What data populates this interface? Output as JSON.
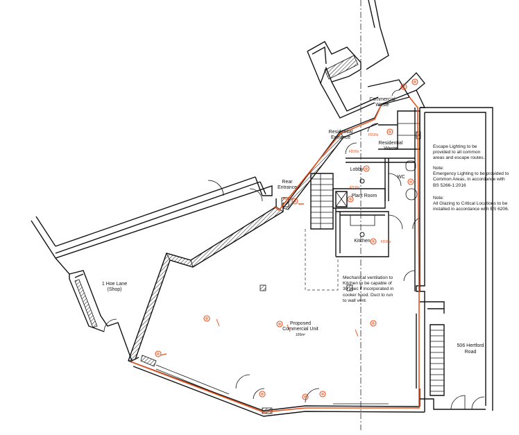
{
  "labels": {
    "commercial_waste": [
      "Commercial",
      "Waste"
    ],
    "residential_entrance": [
      "Residential",
      "Entrance"
    ],
    "residential_waste": [
      "Residential",
      "Waste"
    ],
    "lobby": "Lobby",
    "wc": "WC",
    "rear_entrance": [
      "Rear",
      "Entrance"
    ],
    "plant_room": "Plant Room",
    "kitchen": "Kitchen",
    "hoe_lane": [
      "1 Hoe Lane",
      "(Shop)"
    ],
    "proposed_unit": [
      "Proposed",
      "Commercial Unit"
    ],
    "unit_area": "100m²",
    "hertford_road": [
      "506 Hertford",
      "Road"
    ]
  },
  "door_tags": {
    "fd30s_res": "FD30s",
    "fd30s_lobby": "FD30s",
    "fd30s_plant": "FD30s",
    "fd30s_kitchen": "FD30s",
    "fd30s_rear": "FD30s"
  },
  "notes": {
    "mech_vent": "Mechanical ventilation to\nKitchen to be capable of\n30 l/sec if incorporated in\ncooker hood. Duct to run\nto wall vent.",
    "escape": "Escape Lighting to be\nprovided to all common\nareas and escape routes.",
    "emergency": "Note:\nEmergency Lighting to be provided to\nCommon Areas, in accordance with\nBS 5266-1:2016",
    "glazing": "Note:\nAll Glazing to Critical Locations to be\ninstalled in accordance with BS 6206."
  },
  "colors": {
    "fire_line": "#e8501c",
    "walls": "#111111"
  }
}
